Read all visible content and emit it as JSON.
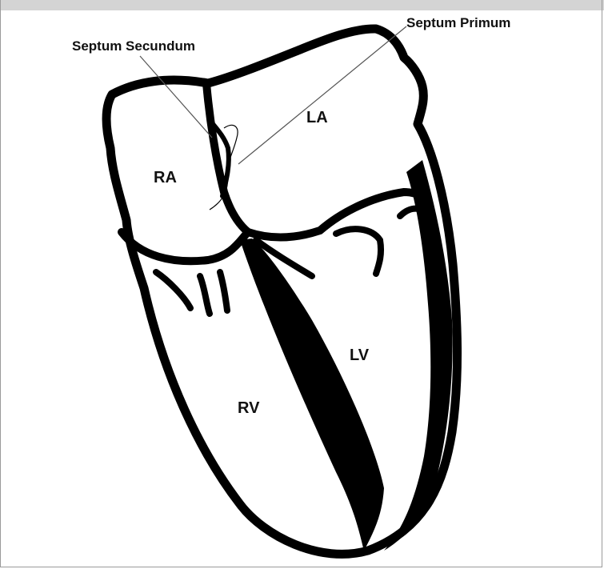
{
  "labels": {
    "septum_secundum": "Septum Secundum",
    "septum_primum": "Septum Primum",
    "ra": "RA",
    "la": "LA",
    "rv": "RV",
    "lv": "LV"
  },
  "colors": {
    "outline": "#000000",
    "frame": "#9a9a9a",
    "top_bar": "#d4d4d4",
    "leader_line": "#555555"
  }
}
